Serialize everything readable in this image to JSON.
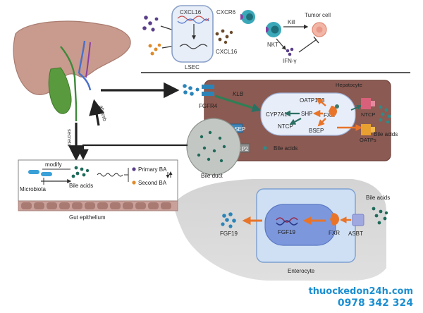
{
  "labels": {
    "cxcl16_top": "CXCL16",
    "lsec": "LSEC",
    "cxcr6": "CXCR6",
    "cxcl16_mid": "CXCL16",
    "kill": "Kill",
    "tumor_cell": "Tumor cell",
    "nkt": "NKT",
    "ifn": "IFN-γ",
    "hepatocyte": "Hepatocyte",
    "fgfr4": "FGFR4",
    "klb": "KLB",
    "oatp1b3": "OATP1B3",
    "ntcp_right": "NTCP",
    "cyp7a1": "CYP7A1",
    "shp": "SHP",
    "fxr_hep": "FXR",
    "ntcp_inner": "NTCP",
    "bsep_inner": "BSEP",
    "bile_acids_hep": "Bile acids",
    "oatps": "OATPs",
    "bsep_box": "BSEP",
    "mrp2": "MRP2",
    "bile_acids_duct": "Bile acids",
    "bile_duct": "Bile duct",
    "absorb": "absorb",
    "secreta": "secreta",
    "modify": "modify",
    "microbiota": "Microbiota",
    "bile_acids_gut": "Bile acids",
    "primary_ba": "Primary BA",
    "second_ba": "Second BA",
    "gut_epithelium": "Gut epithelium",
    "bile_acids_ent": "Bile acids",
    "fgf19_inner": "FGF19",
    "fxr_ent": "FXR",
    "asbt": "ASBT",
    "fgf19_out": "FGF19",
    "enterocyte": "Enterocyte"
  },
  "watermark": {
    "site": "thuockedon24h.com",
    "phone": "0978 342 324"
  },
  "colors": {
    "hepatocyte_fill": "#8b5a52",
    "nucleus_fill": "#e8eef9",
    "enterocyte_fill": "#cfe0f4",
    "enterocyte_nucleus": "#7c97dc",
    "orange_arrow": "#e8742a",
    "teal_dots": "#2a8d8a",
    "fgfr4_blue": "#2b84b8",
    "watermark": "#1d8fd1"
  }
}
